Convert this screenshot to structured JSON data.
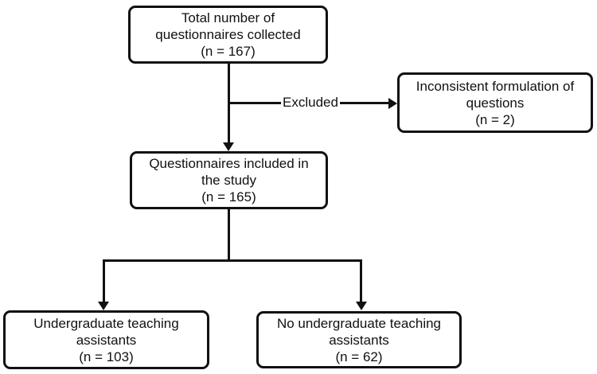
{
  "figure": {
    "type": "flowchart",
    "background_color": "#ffffff",
    "line_color": "#111111",
    "nodes": {
      "total": {
        "lines": [
          "Total number of",
          "questionnaires collected",
          "(n = 167)"
        ]
      },
      "excluded_reason": {
        "lines": [
          "Inconsistent formulation of",
          "questions",
          "(n = 2)"
        ]
      },
      "included": {
        "lines": [
          "Questionnaires included in",
          "the study",
          "(n = 165)"
        ]
      },
      "undergrad_ta": {
        "lines": [
          "Undergraduate teaching",
          "assistants",
          "(n = 103)"
        ]
      },
      "no_undergrad_ta": {
        "lines": [
          "No undergraduate teaching",
          "assistants",
          "(n = 62)"
        ]
      }
    },
    "edge_labels": {
      "excluded": "Excluded"
    },
    "edges": [
      {
        "from": "total",
        "to": "included",
        "label": ""
      },
      {
        "from": "total",
        "to": "excluded_reason",
        "label": "Excluded"
      },
      {
        "from": "included",
        "to": "undergrad_ta",
        "label": ""
      },
      {
        "from": "included",
        "to": "no_undergrad_ta",
        "label": ""
      }
    ]
  }
}
